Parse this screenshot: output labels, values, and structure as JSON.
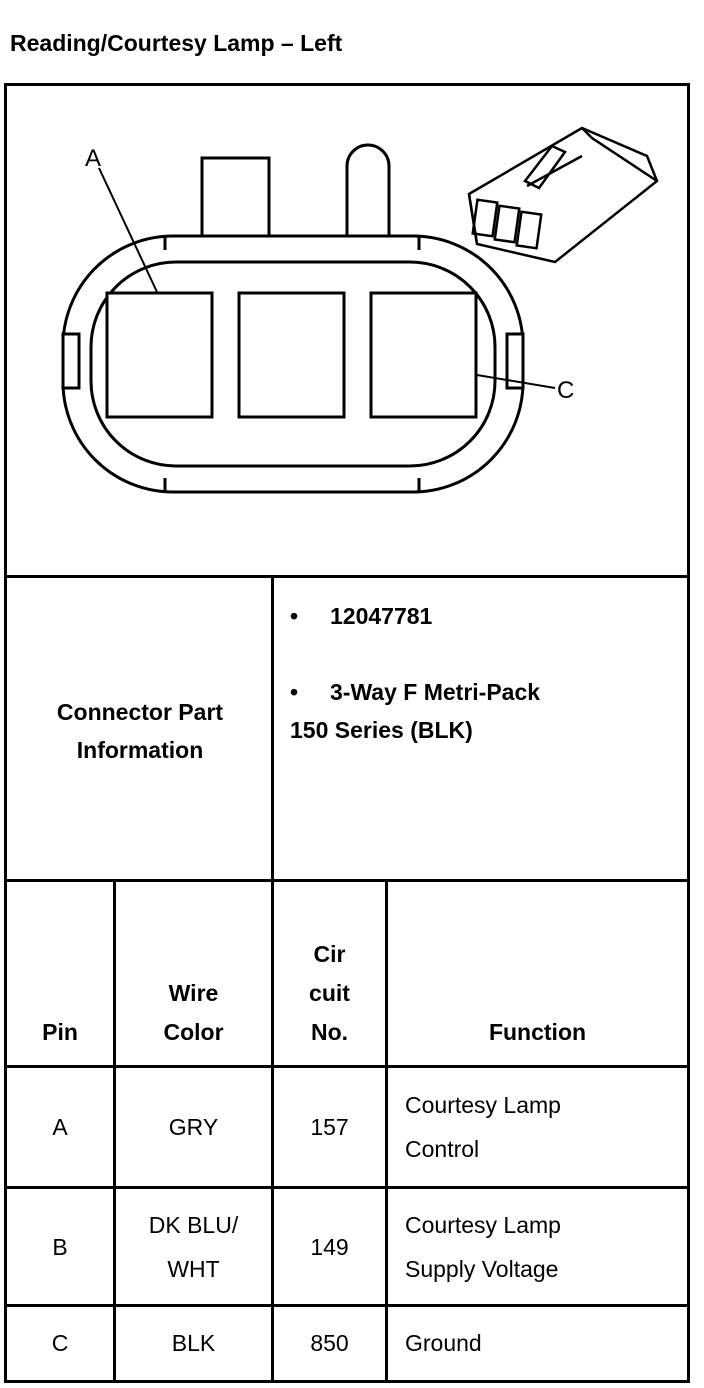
{
  "title": "Reading/Courtesy Lamp – Left",
  "diagram": {
    "label_a": "A",
    "label_c": "C"
  },
  "connector": {
    "label_line1": "Connector Part",
    "label_line2": "Information",
    "bullet": "•",
    "part_number": "12047781",
    "desc_line1": "3-Way F Metri-Pack",
    "desc_line2": "150 Series (BLK)"
  },
  "table": {
    "headers": {
      "pin": "Pin",
      "wire_color_line1": "Wire",
      "wire_color_line2": "Color",
      "circuit_line1": "Cir",
      "circuit_line2": "cuit",
      "circuit_line3": "No.",
      "function": "Function"
    },
    "rows": [
      {
        "pin": "A",
        "wire_line1": "GRY",
        "wire_line2": "",
        "circuit": "157",
        "func_line1": "Courtesy Lamp",
        "func_line2": "Control"
      },
      {
        "pin": "B",
        "wire_line1": "DK BLU/",
        "wire_line2": "WHT",
        "circuit": "149",
        "func_line1": "Courtesy Lamp",
        "func_line2": "Supply Voltage"
      },
      {
        "pin": "C",
        "wire_line1": "BLK",
        "wire_line2": "",
        "circuit": "850",
        "func_line1": "Ground",
        "func_line2": ""
      }
    ]
  }
}
